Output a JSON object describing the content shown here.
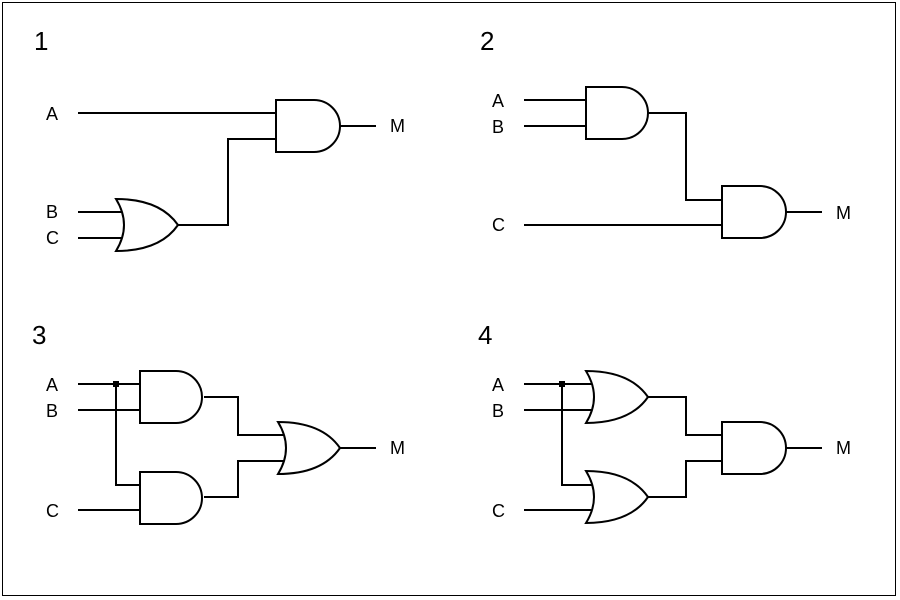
{
  "diagrams": [
    {
      "number": "1",
      "inputs": [
        "A",
        "B",
        "C"
      ],
      "output": "M"
    },
    {
      "number": "2",
      "inputs": [
        "A",
        "B",
        "C"
      ],
      "output": "M"
    },
    {
      "number": "3",
      "inputs": [
        "A",
        "B",
        "C"
      ],
      "output": "M"
    },
    {
      "number": "4",
      "inputs": [
        "A",
        "B",
        "C"
      ],
      "output": "M"
    }
  ]
}
